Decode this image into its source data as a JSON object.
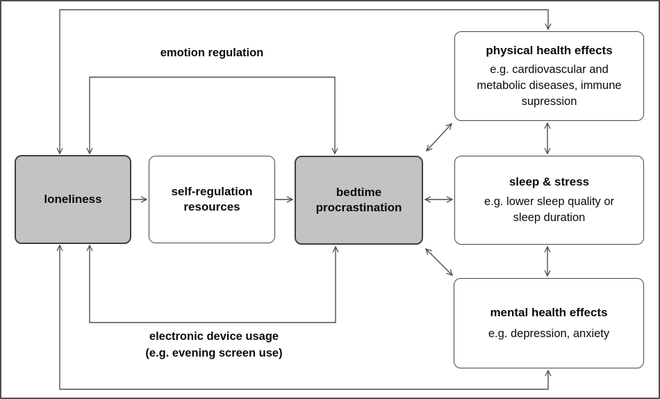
{
  "diagram": {
    "colors": {
      "background": "#ffffff",
      "highlight_fill": "#c3c3c3",
      "box_border": "#3f3f3f",
      "line": "#4d4d4d",
      "text": "#0a0a0a"
    },
    "nodes": {
      "loneliness": {
        "title": "loneliness"
      },
      "self_regulation": {
        "title": "self-regulation resources"
      },
      "bedtime_procrastination": {
        "title": "bedtime procrastination"
      },
      "physical_health": {
        "title": "physical health effects",
        "body_lines": [
          "e.g. cardiovascular and",
          "metabolic diseases, immune",
          "supression"
        ]
      },
      "sleep_stress": {
        "title": "sleep & stress",
        "body_lines": [
          "e.g. lower sleep quality or",
          "sleep duration"
        ]
      },
      "mental_health": {
        "title": "mental health effects",
        "body_lines": [
          "e.g. depression, anxiety"
        ]
      }
    },
    "edge_labels": {
      "emotion_regulation": "emotion regulation",
      "electronic_device_line1": "electronic device usage",
      "electronic_device_line2": "(e.g. evening screen use)"
    },
    "edges": [
      {
        "from": "loneliness",
        "to": "physical_health",
        "style": "elbow-top",
        "arrows": "both"
      },
      {
        "from": "loneliness",
        "to": "bedtime_procrastination",
        "style": "elbow-top",
        "arrows": "both",
        "label": "emotion regulation"
      },
      {
        "from": "loneliness",
        "to": "self_regulation",
        "style": "straight",
        "arrows": "end"
      },
      {
        "from": "self_regulation",
        "to": "bedtime_procrastination",
        "style": "straight",
        "arrows": "end"
      },
      {
        "from": "bedtime_procrastination",
        "to": "sleep_stress",
        "style": "straight",
        "arrows": "both"
      },
      {
        "from": "bedtime_procrastination",
        "to": "physical_health",
        "style": "diagonal",
        "arrows": "both"
      },
      {
        "from": "bedtime_procrastination",
        "to": "mental_health",
        "style": "diagonal",
        "arrows": "both"
      },
      {
        "from": "physical_health",
        "to": "sleep_stress",
        "style": "vertical",
        "arrows": "both"
      },
      {
        "from": "sleep_stress",
        "to": "mental_health",
        "style": "vertical",
        "arrows": "both"
      },
      {
        "from": "loneliness",
        "to": "bedtime_procrastination",
        "style": "elbow-bottom",
        "arrows": "both",
        "label": "electronic device usage (e.g. evening screen use)"
      },
      {
        "from": "loneliness",
        "to": "mental_health",
        "style": "elbow-bottom",
        "arrows": "both"
      }
    ]
  }
}
